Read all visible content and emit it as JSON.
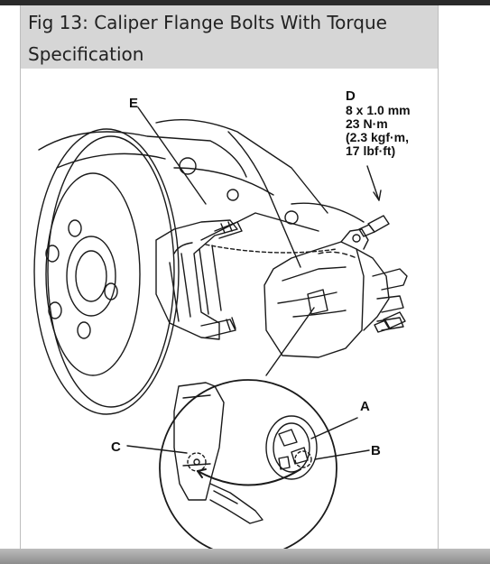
{
  "figure": {
    "caption": "Fig 13: Caliper Flange Bolts With Torque Specification"
  },
  "callouts": {
    "a": "A",
    "b": "B",
    "c": "C",
    "d": "D",
    "e": "E"
  },
  "torque_spec": {
    "line1": "8 x 1.0 mm",
    "line2": "23 N·m",
    "line3": "(2.3 kgf·m,",
    "line4": "17 lbf·ft)"
  }
}
